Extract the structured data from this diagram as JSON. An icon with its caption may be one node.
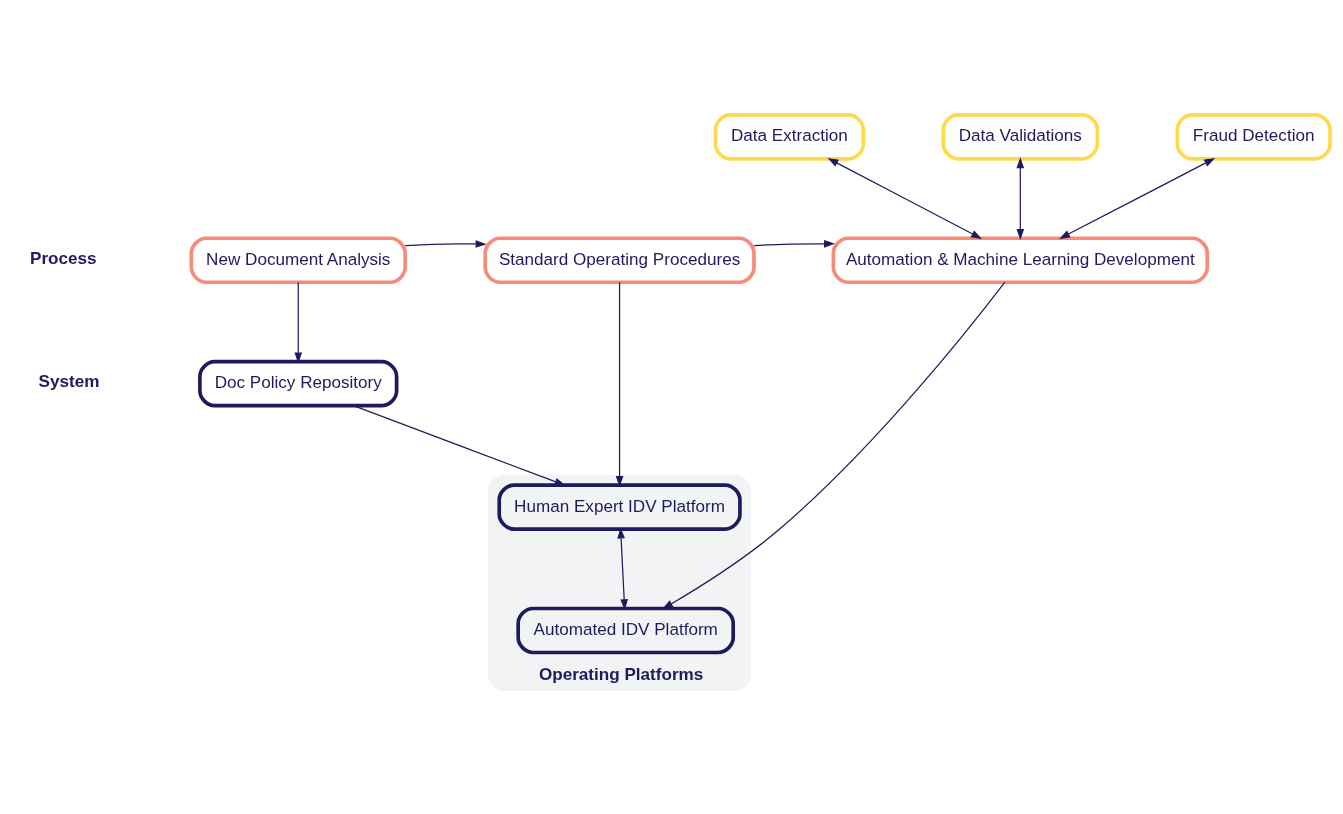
{
  "diagram": {
    "nodes": [
      {
        "text": [
          "Data Extraction"
        ]
      },
      {
        "text": [
          "Data Validations"
        ]
      },
      {
        "text": [
          "Fraud Detection"
        ]
      },
      {
        "text": [
          "New Document Analysis"
        ]
      },
      {
        "text": [
          "Standard Operating Procedures"
        ]
      },
      {
        "text": [
          "Automation & Machine Learning Development"
        ]
      },
      {
        "text": [
          "Doc Policy Repository"
        ]
      },
      {
        "text": [
          "Operating Platforms"
        ]
      },
      {
        "text": [
          "Human Expert IDV Platform"
        ],
        "in": 7
      },
      {
        "text": [
          "Automated IDV Platform"
        ],
        "in": 7
      }
    ],
    "edges": [
      {
        "from": 3,
        "to": 4,
        "arrow": "to"
      },
      {
        "from": 4,
        "to": 5,
        "arrow": "to"
      },
      {
        "from": 0,
        "to": 5,
        "arrow": "both"
      },
      {
        "from": 1,
        "to": 5,
        "arrow": "both"
      },
      {
        "from": 2,
        "to": 5,
        "arrow": "both"
      },
      {
        "from": 3,
        "to": 6,
        "arrow": "to"
      },
      {
        "from": 4,
        "to": 8,
        "arrow": "to"
      },
      {
        "from": 5,
        "to": 9,
        "arrow": "to"
      },
      {
        "from": 6,
        "to": 8,
        "arrow": "to"
      },
      {
        "from": 8,
        "to": 9,
        "arrow": "both"
      }
    ],
    "labels": [
      "Process",
      "System"
    ]
  }
}
